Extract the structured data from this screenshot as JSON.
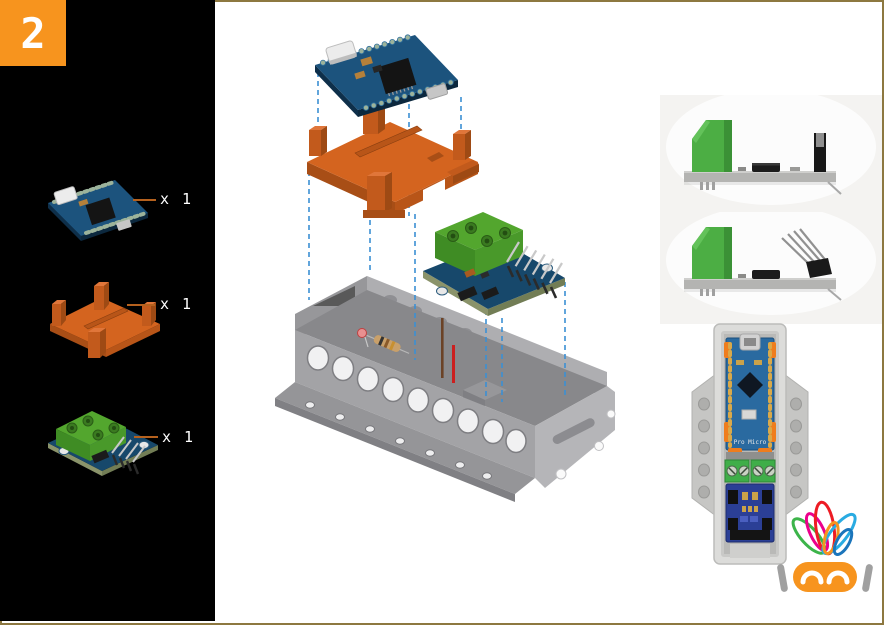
{
  "page": {
    "step_number": "2"
  },
  "colors": {
    "accent_orange": "#f7941e",
    "bracket_orange": "#d4641f",
    "pcb_blue": "#1c537d",
    "terminal_green": "#53a62e",
    "enclosure_gray": "#a3a3a6",
    "guide_line_blue": "#3b8fd4",
    "frame_gold": "#8d7840",
    "sidebar_black": "#000000"
  },
  "sidebar": {
    "parts": [
      {
        "name": "arduino-pro-micro-board",
        "icon": "arduino-pro-micro-icon",
        "qty_label": "x 1"
      },
      {
        "name": "printed-mounting-bracket",
        "icon": "orange-bracket-icon",
        "qty_label": "x 1"
      },
      {
        "name": "motor-driver-terminal-module",
        "icon": "terminal-driver-module-icon",
        "qty_label": "x 1"
      }
    ]
  },
  "diagram": {
    "name": "exploded-assembly-view",
    "components": [
      "arduino-pro-micro-board",
      "printed-mounting-bracket",
      "motor-driver-terminal-module",
      "printed-enclosure-body"
    ]
  },
  "right_panel": {
    "photos": [
      {
        "name": "module-side-view-pins-straight"
      },
      {
        "name": "module-side-view-pins-bent"
      },
      {
        "name": "assembled-device-top-view"
      }
    ],
    "assembled_view": {
      "board_label": "Pro Micro"
    },
    "logo": {
      "name": "maker-robot-logo"
    }
  }
}
